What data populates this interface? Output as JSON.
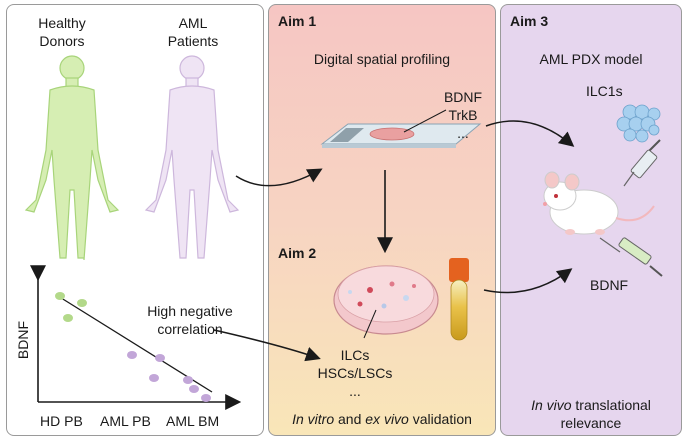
{
  "left_panel": {
    "healthy_line1": "Healthy",
    "healthy_line2": "Donors",
    "aml_line1": "AML",
    "aml_line2": "Patients",
    "y_axis_label": "BDNF",
    "annotation_line1": "High negative",
    "annotation_line2": "correlation",
    "x_ticks": [
      "HD PB",
      "AML PB",
      "AML BM"
    ]
  },
  "aim1": {
    "title": "Aim 1",
    "subtitle": "Digital spatial profiling",
    "markers": [
      "BDNF",
      "TrkB",
      "..."
    ]
  },
  "aim2": {
    "title": "Aim 2",
    "cells": [
      "ILCs",
      "HSCs/LSCs",
      "..."
    ],
    "caption_italic1": "In vitro",
    "caption_and": " and ",
    "caption_italic2": "ex vivo",
    "caption_tail": " validation"
  },
  "aim3": {
    "title": "Aim 3",
    "model": "AML PDX model",
    "cell_label": "ILC1s",
    "bdnf_label": "BDNF",
    "caption_italic": "In vivo",
    "caption_tail": " translational",
    "caption_line2": "relevance"
  },
  "colors": {
    "green_body": "#cfe9a8",
    "purple_body": "#e9dbf0",
    "green_dot": "#b3d98a",
    "purple_dot": "#c2a6d8",
    "aim3_bg": "#e6d6ee"
  }
}
